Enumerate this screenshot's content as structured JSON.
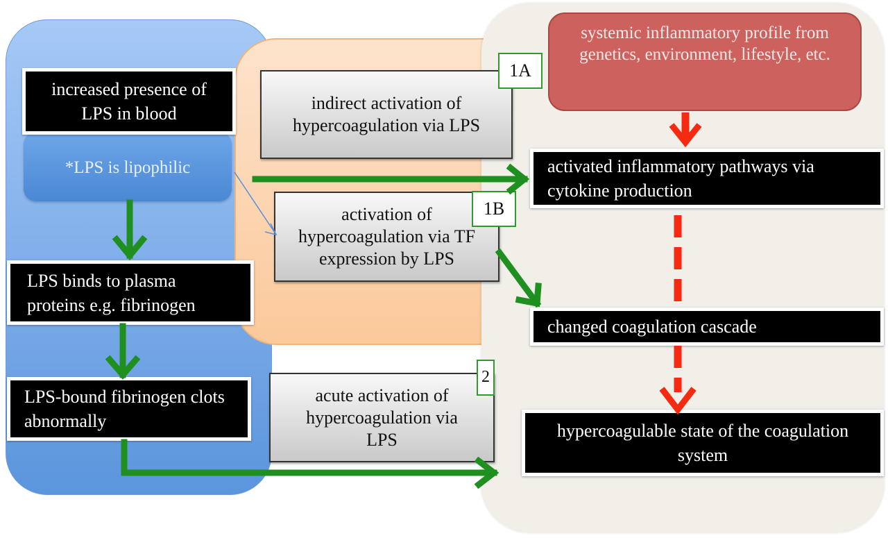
{
  "colors": {
    "blue_panel": "#6fa3e6",
    "orange_panel": "#fcd3ad",
    "beige_panel": "#f1efe8",
    "red_box": "#cd615d",
    "green_arrow": "#1f8f1f",
    "red_arrow": "#f52a10",
    "tag_border": "#2e9a2e"
  },
  "left_column": {
    "lps_presence": "increased presence of LPS in blood",
    "lipophilic_note": "*LPS is lipophilic",
    "binds_plasma": "LPS binds to plasma proteins e.g. fibrinogen",
    "clots_abnormally": "LPS-bound fibrinogen clots abnormally"
  },
  "middle_column": {
    "pathway_1a": {
      "tag": "1A",
      "text": "indirect activation of hypercoagulation via LPS"
    },
    "pathway_1b": {
      "tag": "1B",
      "text": "activation of hypercoagulation via TF expression by LPS"
    },
    "pathway_2": {
      "tag": "2",
      "text": "acute activation of hypercoagulation via LPS"
    }
  },
  "right_column": {
    "systemic_profile": "systemic inflammatory profile from genetics, environment, lifestyle, etc.",
    "activated_pathways": "activated inflammatory pathways via cytokine production",
    "changed_cascade": "changed coagulation cascade",
    "hypercoagulable_state": "hypercoagulable state of the coagulation system"
  }
}
